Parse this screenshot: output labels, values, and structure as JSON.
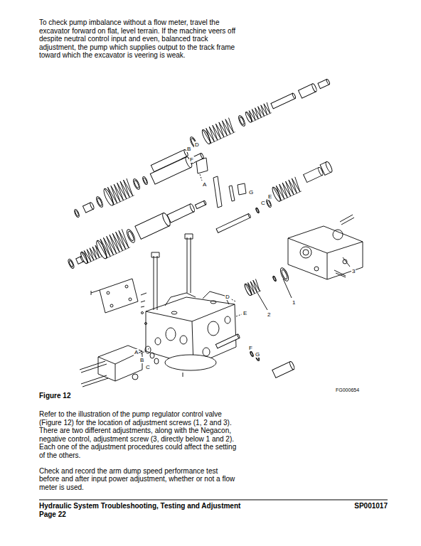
{
  "diagram": {
    "caption": "Figure 12",
    "labels": [
      "To check pump imbalance without a flow meter, travel the excavator forward on flat, level terrain. If the machine veers off despite neutral control input and even, balanced track adjustment, the pump which supplies output to the track frame toward which the excavator is veering is weak.",
      "B",
      "D",
      "F",
      "A",
      "G",
      "E",
      "C",
      "3",
      "D",
      "E",
      "1",
      "2",
      "A",
      "B",
      "C",
      "F",
      "G",
      "FG000654",
      "Refer to the illustration of the pump regulator control valve (Figure 12) for the location of adjustment screws (1, 2 and 3). There are two different adjustments, along with the Negacon, negative control, adjustment screw (3, directly below 1 and 2). Each one of the adjustment procedures could affect the setting of the others.",
      "Check and record the arm dump speed performance test before and after input power adjustment, whether or not a flow meter is used.",
      "Hydraulic System Troubleshooting, Testing and Adjustment",
      "Page 22",
      "SP001017"
    ]
  }
}
